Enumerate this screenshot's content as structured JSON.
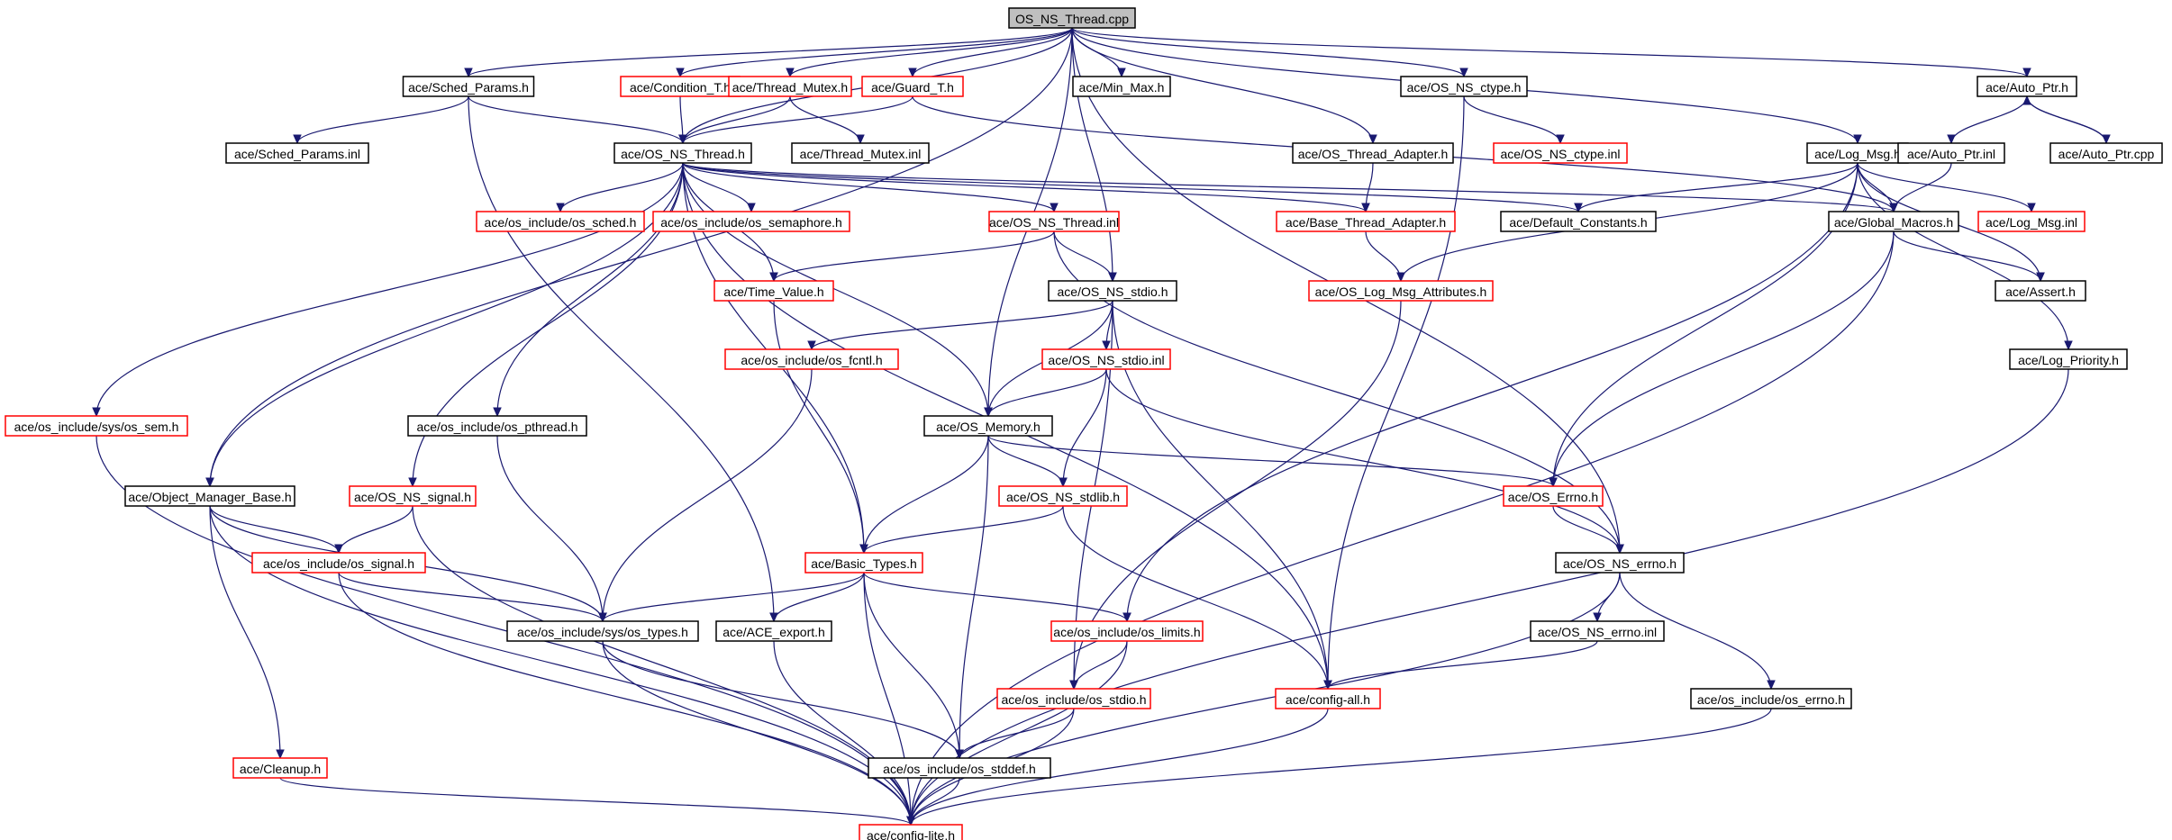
{
  "graph": {
    "root": "n0",
    "nodes": [
      {
        "id": "n0",
        "label": "OS_NS_Thread.cpp",
        "style": "root"
      },
      {
        "id": "n1",
        "label": "ace/Sched_Params.h",
        "style": "black"
      },
      {
        "id": "n2",
        "label": "ace/Condition_T.h",
        "style": "red"
      },
      {
        "id": "n3",
        "label": "ace/Thread_Mutex.h",
        "style": "red"
      },
      {
        "id": "n4",
        "label": "ace/Guard_T.h",
        "style": "red"
      },
      {
        "id": "n5",
        "label": "ace/Min_Max.h",
        "style": "black"
      },
      {
        "id": "n6",
        "label": "ace/OS_NS_ctype.h",
        "style": "black"
      },
      {
        "id": "n7",
        "label": "ace/Auto_Ptr.h",
        "style": "black"
      },
      {
        "id": "n8",
        "label": "ace/Sched_Params.inl",
        "style": "black"
      },
      {
        "id": "n9",
        "label": "ace/OS_NS_Thread.h",
        "style": "black"
      },
      {
        "id": "n10",
        "label": "ace/Thread_Mutex.inl",
        "style": "black"
      },
      {
        "id": "n11",
        "label": "ace/OS_Thread_Adapter.h",
        "style": "black"
      },
      {
        "id": "n12",
        "label": "ace/OS_NS_ctype.inl",
        "style": "red"
      },
      {
        "id": "n13",
        "label": "ace/Log_Msg.h",
        "style": "black"
      },
      {
        "id": "n14",
        "label": "ace/Auto_Ptr.inl",
        "style": "black"
      },
      {
        "id": "n15",
        "label": "ace/Auto_Ptr.cpp",
        "style": "black"
      },
      {
        "id": "n16",
        "label": "ace/os_include/os_sched.h",
        "style": "red"
      },
      {
        "id": "n17",
        "label": "ace/os_include/os_semaphore.h",
        "style": "red"
      },
      {
        "id": "n18",
        "label": "ace/OS_NS_Thread.inl",
        "style": "red"
      },
      {
        "id": "n19",
        "label": "ace/Base_Thread_Adapter.h",
        "style": "red"
      },
      {
        "id": "n20",
        "label": "ace/Default_Constants.h",
        "style": "black"
      },
      {
        "id": "n21",
        "label": "ace/Global_Macros.h",
        "style": "black"
      },
      {
        "id": "n22",
        "label": "ace/Log_Msg.inl",
        "style": "red"
      },
      {
        "id": "n23",
        "label": "ace/Time_Value.h",
        "style": "red"
      },
      {
        "id": "n24",
        "label": "ace/OS_NS_stdio.h",
        "style": "black"
      },
      {
        "id": "n25",
        "label": "ace/OS_Log_Msg_Attributes.h",
        "style": "red"
      },
      {
        "id": "n26",
        "label": "ace/Assert.h",
        "style": "black"
      },
      {
        "id": "n27",
        "label": "ace/os_include/os_fcntl.h",
        "style": "red"
      },
      {
        "id": "n28",
        "label": "ace/OS_NS_stdio.inl",
        "style": "red"
      },
      {
        "id": "n29",
        "label": "ace/Log_Priority.h",
        "style": "black"
      },
      {
        "id": "n30",
        "label": "ace/os_include/sys/os_sem.h",
        "style": "red"
      },
      {
        "id": "n31",
        "label": "ace/os_include/os_pthread.h",
        "style": "black"
      },
      {
        "id": "n32",
        "label": "ace/OS_Memory.h",
        "style": "black"
      },
      {
        "id": "n33",
        "label": "ace/Object_Manager_Base.h",
        "style": "black"
      },
      {
        "id": "n34",
        "label": "ace/OS_NS_signal.h",
        "style": "red"
      },
      {
        "id": "n35",
        "label": "ace/OS_NS_stdlib.h",
        "style": "red"
      },
      {
        "id": "n36",
        "label": "ace/OS_Errno.h",
        "style": "red"
      },
      {
        "id": "n37",
        "label": "ace/os_include/os_signal.h",
        "style": "red"
      },
      {
        "id": "n38",
        "label": "ace/Basic_Types.h",
        "style": "red"
      },
      {
        "id": "n39",
        "label": "ace/OS_NS_errno.h",
        "style": "black"
      },
      {
        "id": "n40",
        "label": "ace/os_include/sys/os_types.h",
        "style": "black"
      },
      {
        "id": "n41",
        "label": "ace/ACE_export.h",
        "style": "black"
      },
      {
        "id": "n42",
        "label": "ace/os_include/os_limits.h",
        "style": "red"
      },
      {
        "id": "n43",
        "label": "ace/OS_NS_errno.inl",
        "style": "black"
      },
      {
        "id": "n44",
        "label": "ace/os_include/os_stdio.h",
        "style": "red"
      },
      {
        "id": "n45",
        "label": "ace/config-all.h",
        "style": "red"
      },
      {
        "id": "n46",
        "label": "ace/os_include/os_errno.h",
        "style": "black"
      },
      {
        "id": "n47",
        "label": "ace/Cleanup.h",
        "style": "red"
      },
      {
        "id": "n48",
        "label": "ace/os_include/os_stddef.h",
        "style": "black"
      },
      {
        "id": "n49",
        "label": "ace/config-lite.h",
        "style": "red"
      }
    ],
    "edges": [
      [
        "n0",
        "n1"
      ],
      [
        "n0",
        "n2"
      ],
      [
        "n0",
        "n3"
      ],
      [
        "n0",
        "n4"
      ],
      [
        "n0",
        "n5"
      ],
      [
        "n0",
        "n6"
      ],
      [
        "n0",
        "n7"
      ],
      [
        "n0",
        "n9"
      ],
      [
        "n0",
        "n13"
      ],
      [
        "n0",
        "n24"
      ],
      [
        "n0",
        "n32"
      ],
      [
        "n0",
        "n33"
      ],
      [
        "n0",
        "n11"
      ],
      [
        "n0",
        "n39"
      ],
      [
        "n1",
        "n8"
      ],
      [
        "n1",
        "n9"
      ],
      [
        "n1",
        "n41"
      ],
      [
        "n2",
        "n9"
      ],
      [
        "n3",
        "n9"
      ],
      [
        "n3",
        "n10"
      ],
      [
        "n4",
        "n9"
      ],
      [
        "n4",
        "n21"
      ],
      [
        "n6",
        "n12"
      ],
      [
        "n6",
        "n45"
      ],
      [
        "n7",
        "n14"
      ],
      [
        "n7",
        "n15"
      ],
      [
        "n14",
        "n21"
      ],
      [
        "n15",
        "n7"
      ],
      [
        "n9",
        "n16"
      ],
      [
        "n9",
        "n17"
      ],
      [
        "n9",
        "n18"
      ],
      [
        "n9",
        "n19"
      ],
      [
        "n9",
        "n20"
      ],
      [
        "n9",
        "n21"
      ],
      [
        "n9",
        "n23"
      ],
      [
        "n9",
        "n30"
      ],
      [
        "n9",
        "n31"
      ],
      [
        "n9",
        "n32"
      ],
      [
        "n9",
        "n33"
      ],
      [
        "n9",
        "n34"
      ],
      [
        "n9",
        "n38"
      ],
      [
        "n9",
        "n45"
      ],
      [
        "n11",
        "n19"
      ],
      [
        "n19",
        "n25"
      ],
      [
        "n13",
        "n20"
      ],
      [
        "n13",
        "n21"
      ],
      [
        "n13",
        "n22"
      ],
      [
        "n13",
        "n25"
      ],
      [
        "n13",
        "n26"
      ],
      [
        "n13",
        "n29"
      ],
      [
        "n13",
        "n42"
      ],
      [
        "n13",
        "n36"
      ],
      [
        "n18",
        "n23"
      ],
      [
        "n18",
        "n24"
      ],
      [
        "n18",
        "n39"
      ],
      [
        "n21",
        "n26"
      ],
      [
        "n21",
        "n36"
      ],
      [
        "n21",
        "n49"
      ],
      [
        "n23",
        "n38"
      ],
      [
        "n24",
        "n27"
      ],
      [
        "n24",
        "n28"
      ],
      [
        "n24",
        "n32"
      ],
      [
        "n24",
        "n44"
      ],
      [
        "n24",
        "n45"
      ],
      [
        "n25",
        "n44"
      ],
      [
        "n27",
        "n40"
      ],
      [
        "n28",
        "n32"
      ],
      [
        "n28",
        "n35"
      ],
      [
        "n28",
        "n39"
      ],
      [
        "n29",
        "n49"
      ],
      [
        "n30",
        "n49"
      ],
      [
        "n31",
        "n40"
      ],
      [
        "n32",
        "n35"
      ],
      [
        "n32",
        "n36"
      ],
      [
        "n32",
        "n38"
      ],
      [
        "n32",
        "n48"
      ],
      [
        "n33",
        "n37"
      ],
      [
        "n33",
        "n40"
      ],
      [
        "n33",
        "n47"
      ],
      [
        "n33",
        "n49"
      ],
      [
        "n34",
        "n37"
      ],
      [
        "n34",
        "n49"
      ],
      [
        "n35",
        "n38"
      ],
      [
        "n35",
        "n45"
      ],
      [
        "n36",
        "n39"
      ],
      [
        "n37",
        "n40"
      ],
      [
        "n37",
        "n49"
      ],
      [
        "n38",
        "n40"
      ],
      [
        "n38",
        "n41"
      ],
      [
        "n38",
        "n42"
      ],
      [
        "n38",
        "n48"
      ],
      [
        "n38",
        "n49"
      ],
      [
        "n39",
        "n43"
      ],
      [
        "n39",
        "n46"
      ],
      [
        "n39",
        "n49"
      ],
      [
        "n40",
        "n48"
      ],
      [
        "n40",
        "n49"
      ],
      [
        "n41",
        "n49"
      ],
      [
        "n42",
        "n44"
      ],
      [
        "n42",
        "n49"
      ],
      [
        "n43",
        "n45"
      ],
      [
        "n44",
        "n48"
      ],
      [
        "n44",
        "n49"
      ],
      [
        "n45",
        "n49"
      ],
      [
        "n46",
        "n49"
      ],
      [
        "n47",
        "n49"
      ],
      [
        "n48",
        "n49"
      ]
    ]
  }
}
